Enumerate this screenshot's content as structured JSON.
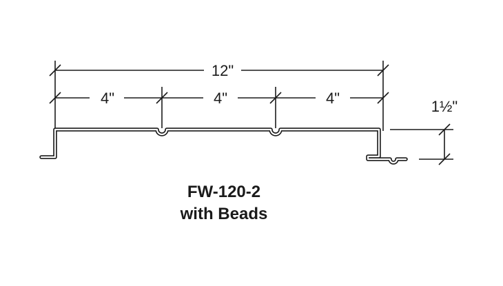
{
  "dimensions": {
    "overall_width": "12\"",
    "segment_1": "4\"",
    "segment_2": "4\"",
    "segment_3": "4\"",
    "height": "1½\""
  },
  "caption": {
    "line1": "FW-120-2",
    "line2": "with Beads"
  }
}
